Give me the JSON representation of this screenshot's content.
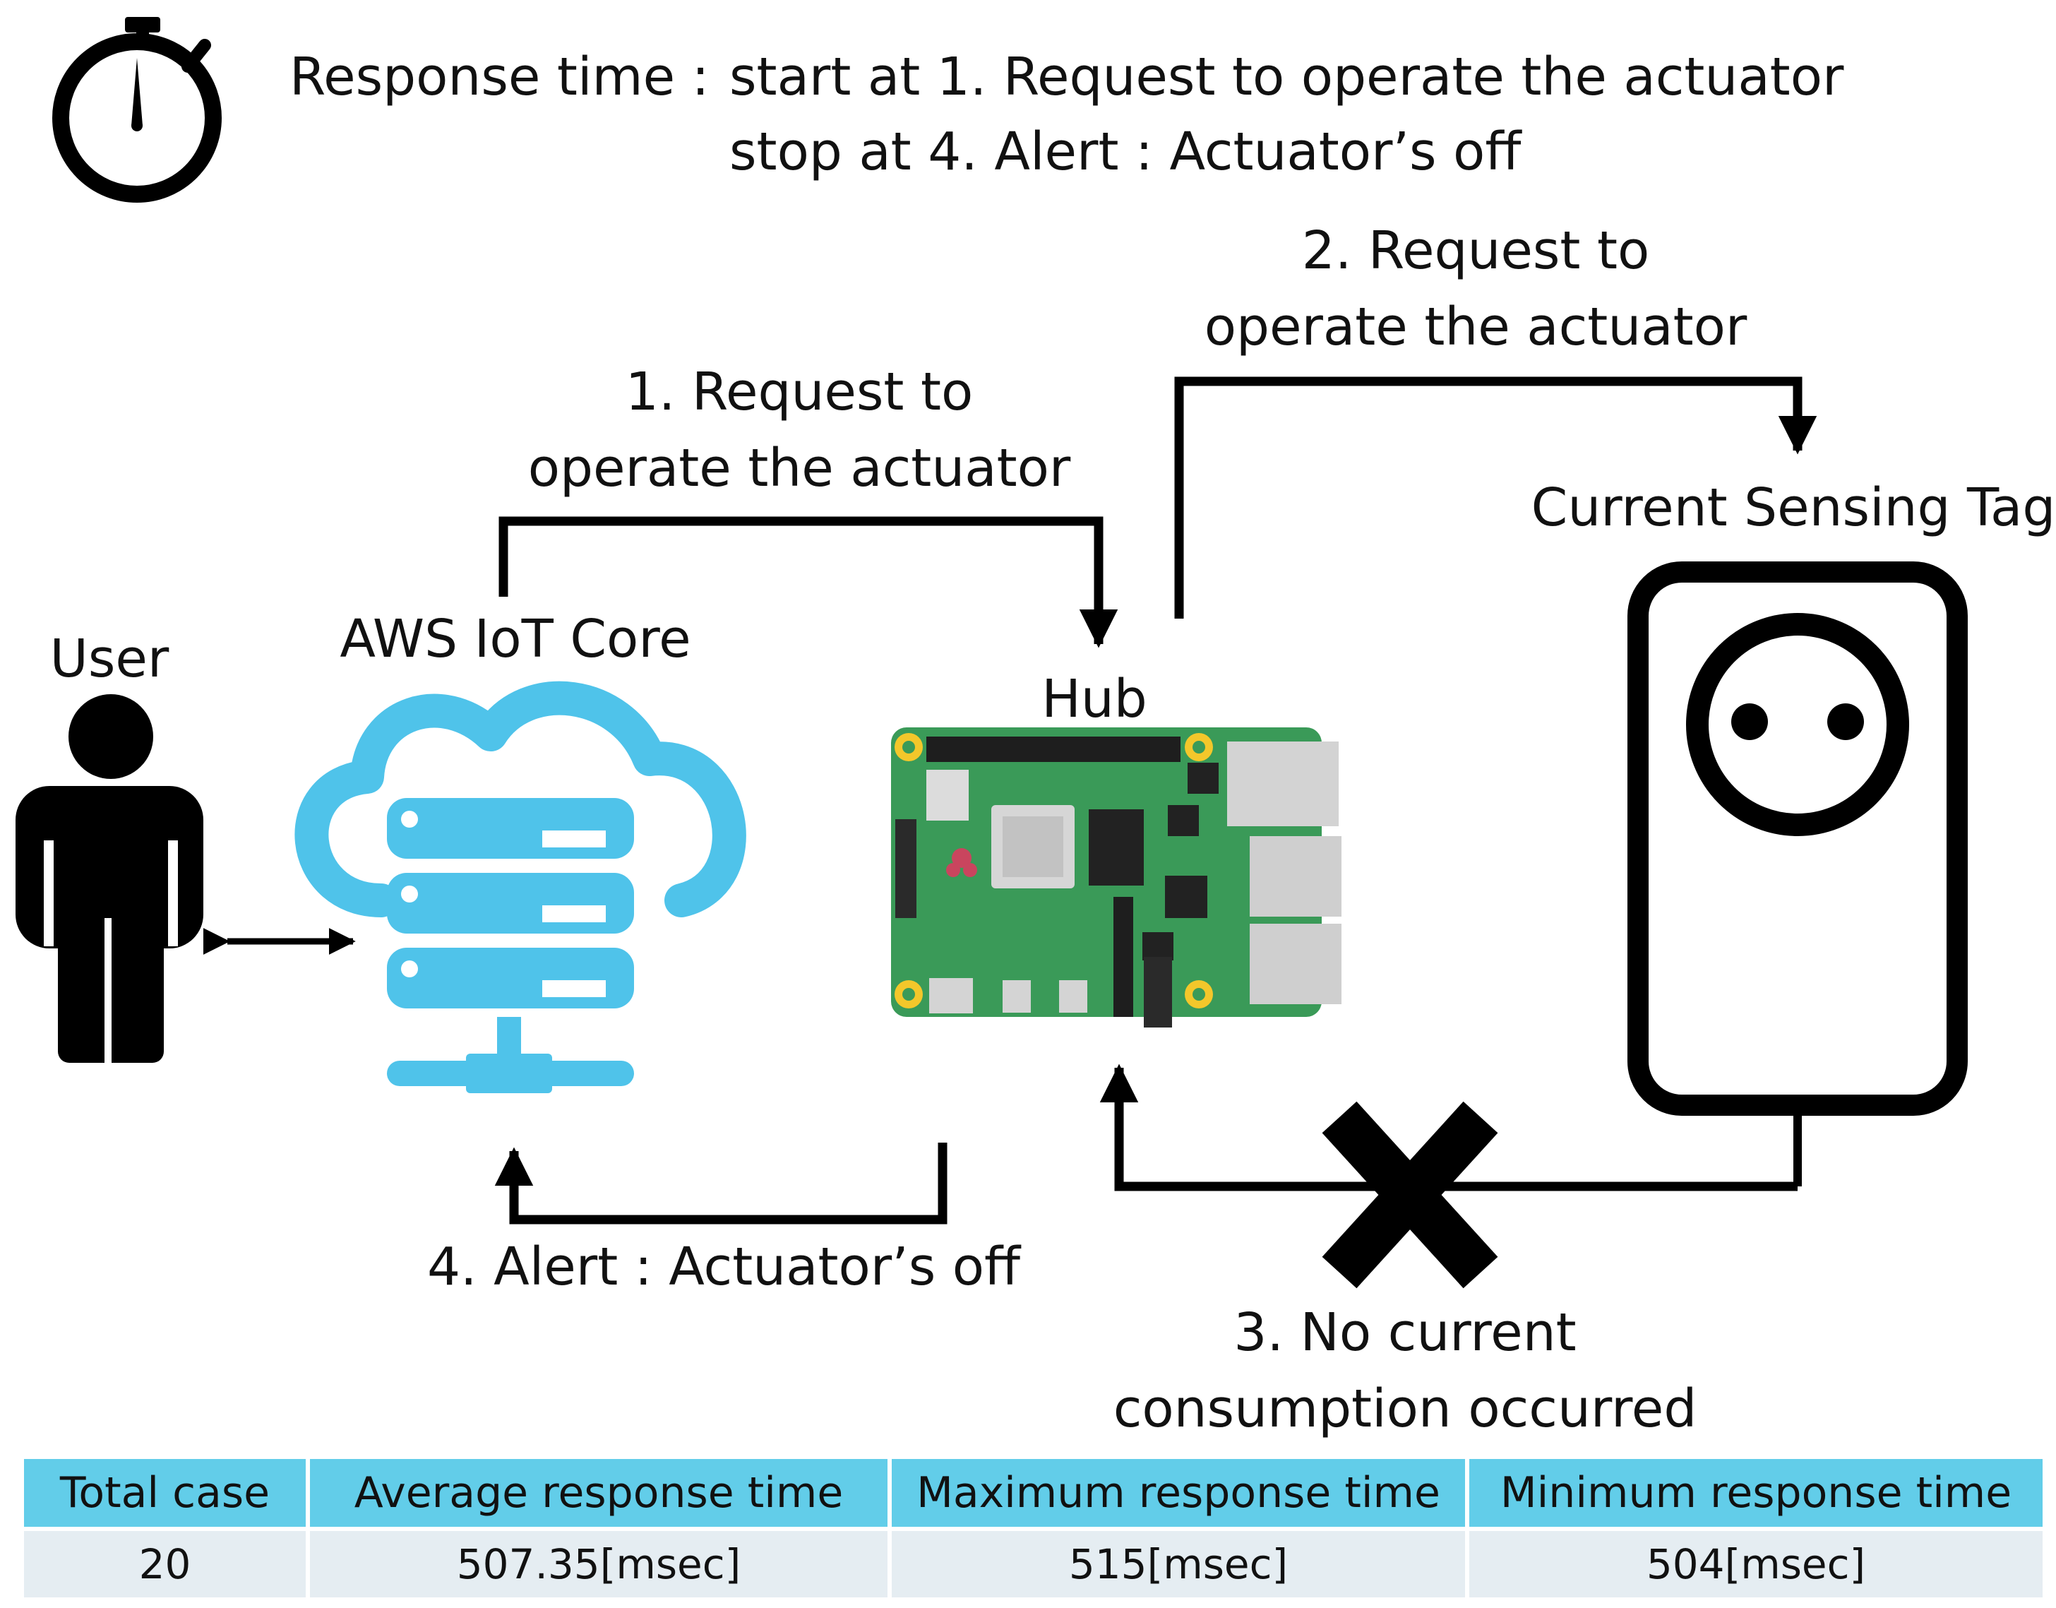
{
  "header": {
    "label": "Response time :",
    "line1": "start at 1. Request to operate the actuator",
    "line2": "stop at 4. Alert : Actuator’s off"
  },
  "nodes": {
    "user": "User",
    "aws": "AWS IoT Core",
    "hub": "Hub",
    "tag": "Current Sensing Tag"
  },
  "steps": {
    "step1": [
      "1. Request to",
      "operate the actuator"
    ],
    "step2": [
      "2. Request to",
      "operate the actuator"
    ],
    "step3": [
      "3. No current",
      "consumption occurred"
    ],
    "step4": "4. Alert : Actuator’s off"
  },
  "icons": [
    "stopwatch-icon",
    "user-icon",
    "cloud-server-icon",
    "raspberry-pi-board-icon",
    "power-socket-icon",
    "cross-icon"
  ],
  "colors": {
    "cloud": "#4fc3ea",
    "board": "#3a9a58",
    "table_header": "#62cde9",
    "table_row": "#e5edf2"
  },
  "table": {
    "headers": [
      "Total case",
      "Average response time",
      "Maximum response time",
      "Minimum response time"
    ],
    "rows": [
      [
        "20",
        "507.35[msec]",
        "515[msec]",
        "504[msec]"
      ]
    ]
  }
}
